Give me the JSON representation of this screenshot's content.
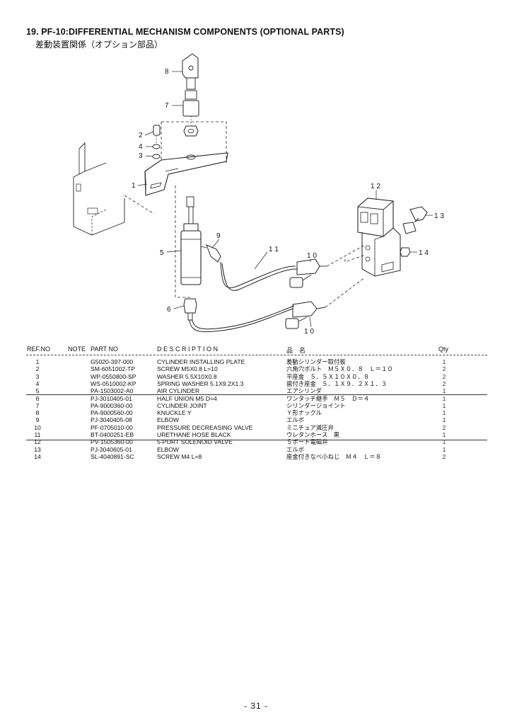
{
  "page": {
    "title": "19. PF-10:DIFFERENTIAL MECHANISM COMPONENTS (OPTIONAL PARTS)",
    "subtitle": "差動装置関係（オプション部品）",
    "page_number": "- 31 -"
  },
  "diagram": {
    "callouts": [
      "8",
      "7",
      "2",
      "4",
      "3",
      "1",
      "9",
      "5",
      "6",
      "1 1",
      "1 0",
      "1 0",
      "1 2",
      "1 3",
      "1 4"
    ]
  },
  "table": {
    "headers": {
      "ref": "REF.NO",
      "note": "NOTE",
      "part": "PART NO",
      "desc": "D E S C R I P T I O N",
      "jp": "品　名",
      "qty": "Qty"
    },
    "rows": [
      {
        "ref": "1",
        "part": "G5020-397-000",
        "desc": "CYLINDER INSTALLING PLATE",
        "jp": "差動シリンダー取付板",
        "qty": "1"
      },
      {
        "ref": "2",
        "part": "SM-6051002-TP",
        "desc": "SCREW M5X0.8 L=10",
        "jp": "六角穴ボルト　Ｍ５Ｘ０．８　Ｌ＝１０",
        "qty": "2"
      },
      {
        "ref": "3",
        "part": "WP-0550800-SP",
        "desc": "WASHER 5.5X10X0.8",
        "jp": "平座金　５．５Ｘ１０Ｘ０．８",
        "qty": "2"
      },
      {
        "ref": "4",
        "part": "WS-0510002-KP",
        "desc": "SPRING WASHER 5.1X9.2X1.3",
        "jp": "歯付き座金　５．１Ｘ９．２Ｘ１．３",
        "qty": "2"
      },
      {
        "ref": "5",
        "part": "PA-1503002-A0",
        "desc": "AIR CYLINDER",
        "jp": "エアシリンダ",
        "qty": "1"
      },
      {
        "ref": "6",
        "part": "PJ-3010405-01",
        "desc": "HALF UNION M5 D=4",
        "jp": "ワンタッチ継手　Ｍ５　Ｄ＝４",
        "qty": "1"
      },
      {
        "ref": "7",
        "part": "PA-9000360-00",
        "desc": "CYLINDER JOINT",
        "jp": "シリンダージョイント",
        "qty": "1"
      },
      {
        "ref": "8",
        "part": "PA-9000560-00",
        "desc": "KNUCKLE Y",
        "jp": "Ｙ形ナックル",
        "qty": "1"
      },
      {
        "ref": "9",
        "part": "PJ-3040405-08",
        "desc": "ELBOW",
        "jp": "エルボ",
        "qty": "1"
      },
      {
        "ref": "10",
        "part": "PF-0705010-00",
        "desc": "PRESSURE DECREASING VALVE",
        "jp": "ミニチュア減圧弁",
        "qty": "2"
      },
      {
        "ref": "11",
        "part": "BT-0400251-EB",
        "desc": "URETHANE HOSE BLACK",
        "jp": "ウレタンホース　黒",
        "qty": "1"
      },
      {
        "ref": "12",
        "part": "PV-1505360-00",
        "desc": "5-PORT SOLENOID VALVE",
        "jp": "５ポート電磁弁",
        "qty": "1"
      },
      {
        "ref": "13",
        "part": "PJ-3040605-01",
        "desc": "ELBOW",
        "jp": "エルボ",
        "qty": "1"
      },
      {
        "ref": "14",
        "part": "SL-4040891-SC",
        "desc": "SCREW M4 L=8",
        "jp": "座金付きなべ小ねじ　Ｍ４　Ｌ＝８",
        "qty": "2"
      }
    ]
  }
}
